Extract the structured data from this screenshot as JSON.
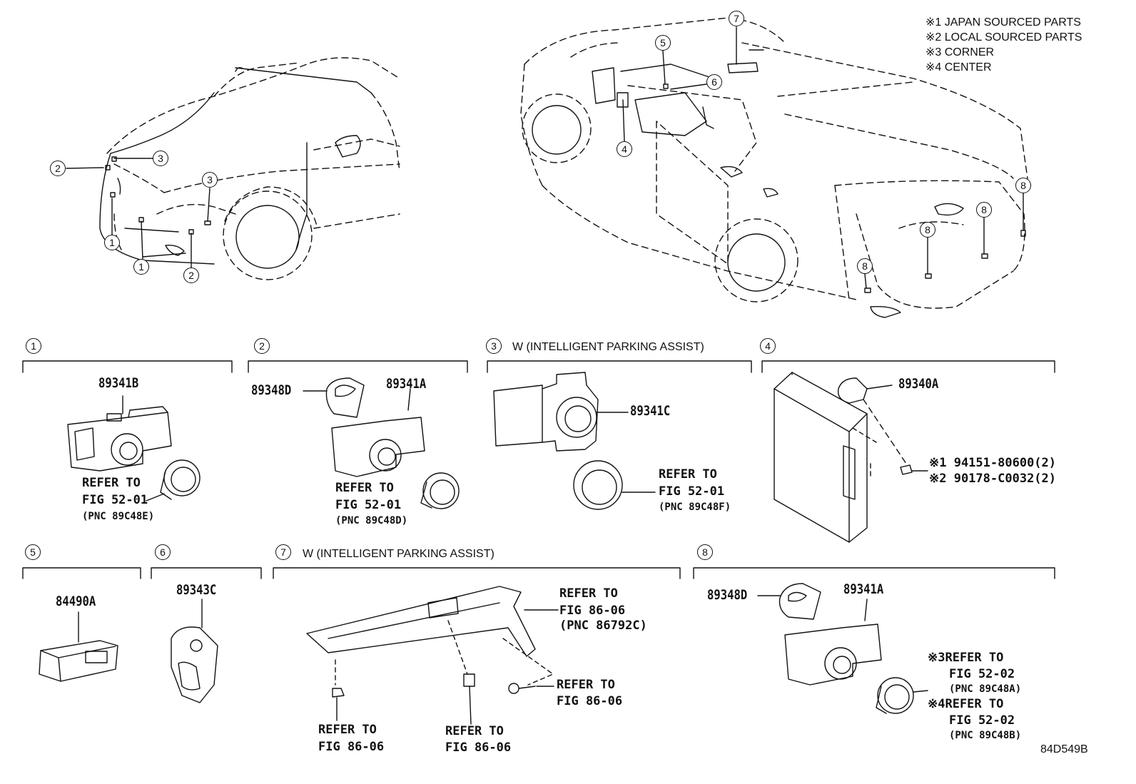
{
  "notes": [
    "※1 JAPAN SOURCED PARTS",
    "※2 LOCAL SOURCED PARTS",
    "※3 CORNER",
    "※4 CENTER"
  ],
  "callouts": [
    "1",
    "2",
    "3",
    "4",
    "5",
    "6",
    "7",
    "8"
  ],
  "sections": {
    "s1": {
      "num": "1",
      "part": "89341B",
      "refer": [
        "REFER TO",
        "FIG 52-01",
        "(PNC 89C48E)"
      ]
    },
    "s2": {
      "num": "2",
      "parts": [
        "89348D",
        "89341A"
      ],
      "refer": [
        "REFER TO",
        "FIG 52-01",
        "(PNC 89C48D)"
      ]
    },
    "s3": {
      "num": "3",
      "heading": "W (INTELLIGENT PARKING ASSIST)",
      "part": "89341C",
      "refer": [
        "REFER TO",
        "FIG 52-01",
        "(PNC 89C48F)"
      ]
    },
    "s4": {
      "num": "4",
      "part": "89340A",
      "bolts": [
        "※1 94151-80600(2)",
        "※2 90178-C0032(2)"
      ]
    },
    "s5": {
      "num": "5",
      "part": "84490A"
    },
    "s6": {
      "num": "6",
      "part": "89343C"
    },
    "s7": {
      "num": "7",
      "heading": "W (INTELLIGENT PARKING ASSIST)",
      "refer_bracket": [
        "REFER TO",
        "FIG 86-06",
        "(PNC 86792C)"
      ],
      "refer_bolt": [
        "REFER TO",
        "FIG 86-06"
      ],
      "refer_clip1": [
        "REFER TO",
        "FIG 86-06"
      ],
      "refer_clip2": [
        "REFER TO",
        "FIG 86-06"
      ]
    },
    "s8": {
      "num": "8",
      "parts": [
        "89348D",
        "89341A"
      ],
      "refer_a": [
        "※3REFER TO",
        "FIG 52-02",
        "(PNC 89C48A)"
      ],
      "refer_b": [
        "※4REFER TO",
        "FIG 52-02",
        "(PNC 89C48B)"
      ]
    }
  },
  "figure_code": "84D549B"
}
